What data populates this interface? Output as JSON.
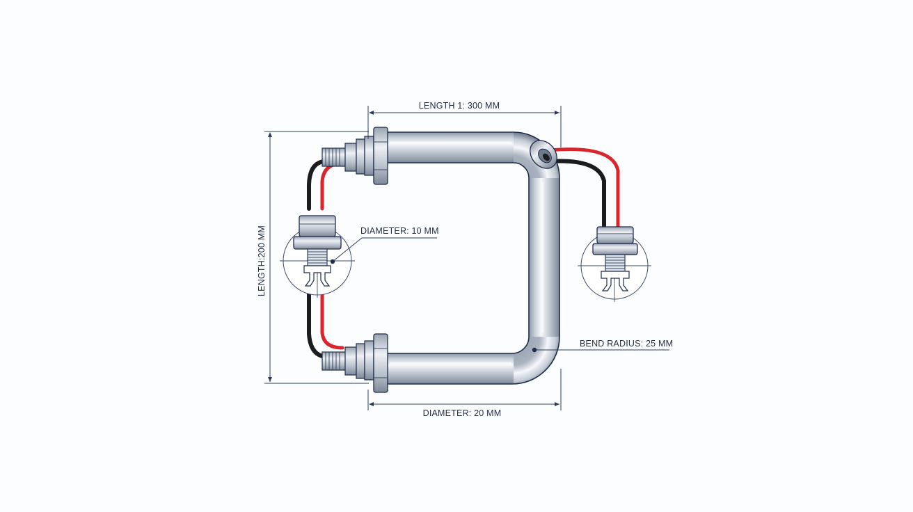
{
  "diagram": {
    "labels": {
      "length_top": "LENGTH 1: 300 MM",
      "length_left": "LENGTH:200 MM",
      "diameter_small": "DIAMETER: 10 MM",
      "bend_radius": "BEND RADIUS: 25 MM",
      "diameter_bottom": "DIAMETER: 20 MM"
    },
    "colors": {
      "wire_red": "#d8262c",
      "wire_black": "#1c1c1e",
      "pipe_outline": "#1d2b4a",
      "dimension_line": "#2a3a57"
    }
  }
}
